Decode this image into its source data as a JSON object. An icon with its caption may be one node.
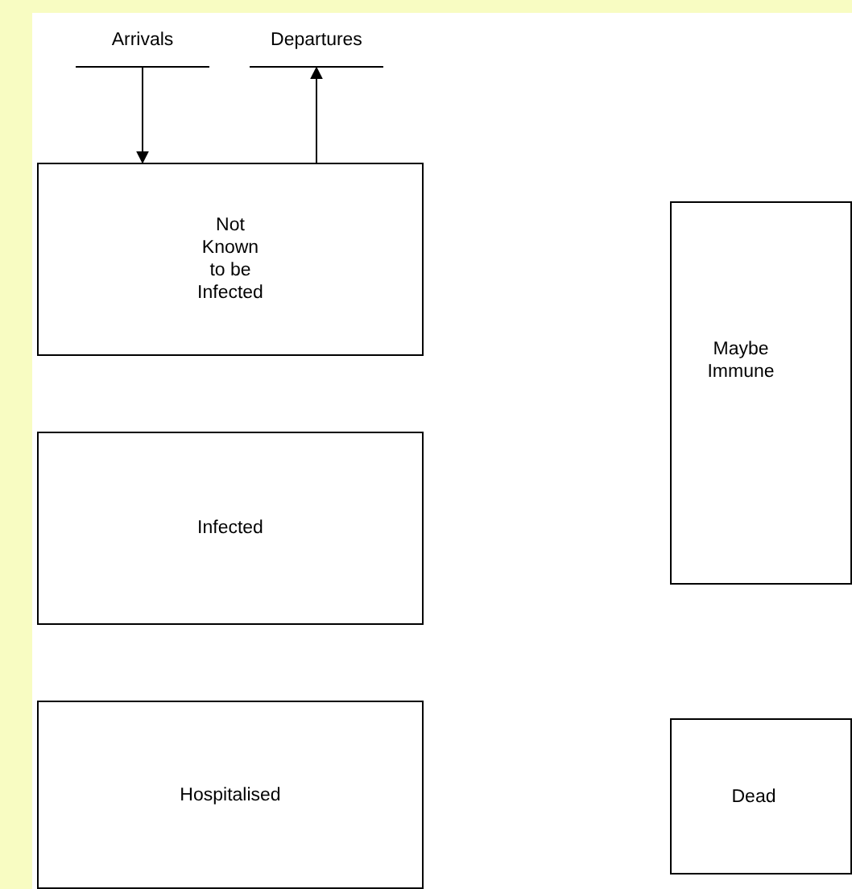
{
  "diagram": {
    "nodes": [
      {
        "text": [
          "Arrivals"
        ]
      },
      {
        "text": [
          "Departures"
        ]
      },
      {
        "text": [
          "Not Known to be Infected"
        ]
      },
      {
        "text": [
          "Infected"
        ]
      },
      {
        "text": [
          "Hospitalised"
        ]
      },
      {
        "text": [
          "Maybe Immune"
        ]
      },
      {
        "text": [
          "Dead"
        ]
      }
    ],
    "edges": [
      {
        "from": 0,
        "to": 2,
        "arrow": "to"
      },
      {
        "from": 2,
        "to": 1,
        "arrow": "to"
      }
    ]
  }
}
